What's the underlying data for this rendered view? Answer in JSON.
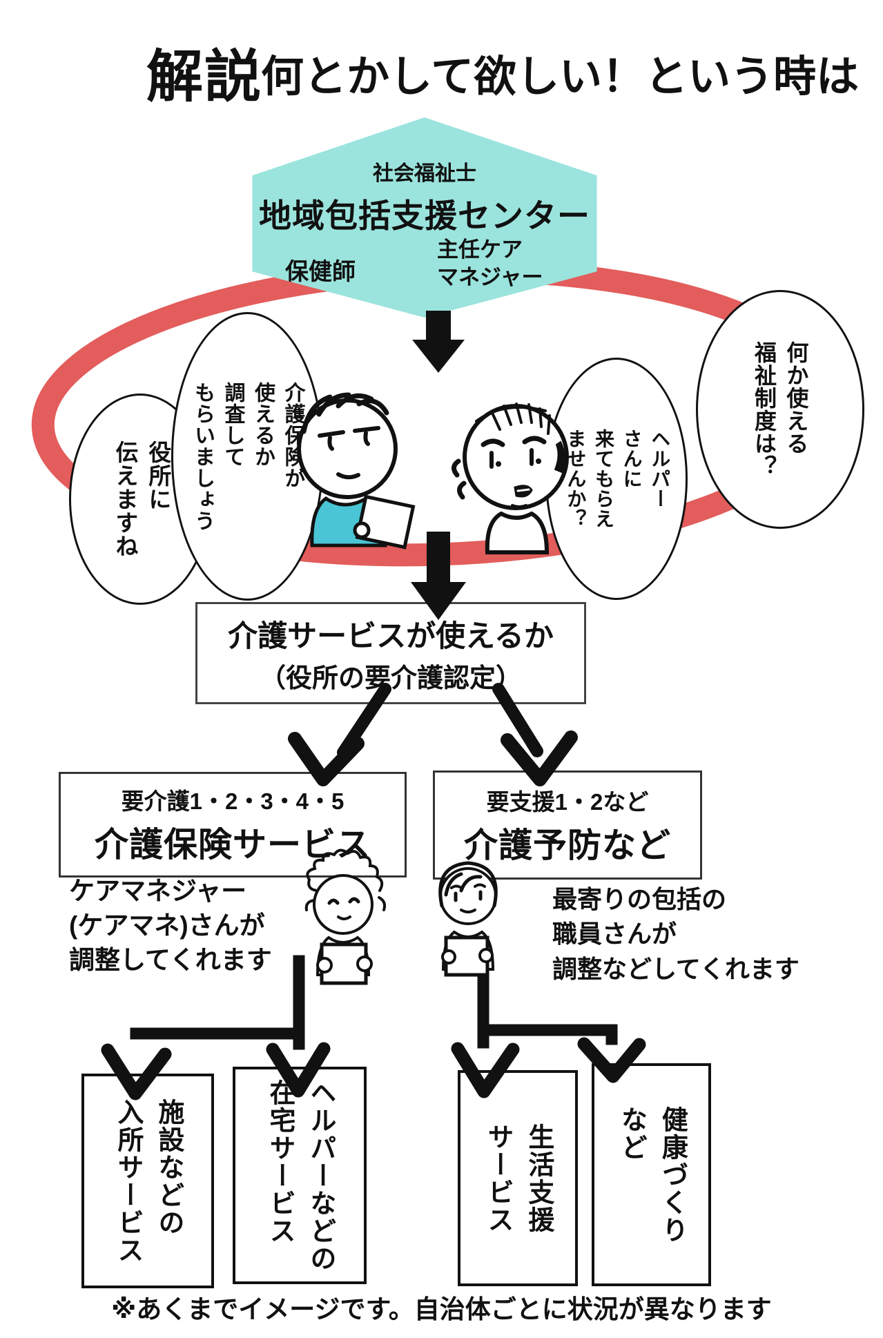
{
  "title": {
    "badge": "解説",
    "headline": "何とかして欲しい！という時は"
  },
  "hexagon": {
    "fill": "#9be4dd",
    "top_label": "社会福祉士",
    "main_label": "地域包括支援センター",
    "left_label": "保健師",
    "right_label": "主任ケア\nマネジャー"
  },
  "ring": {
    "color": "#e25d5b"
  },
  "bubbles": {
    "b1": "役所に\n伝えますね",
    "b2": "介護保険が\n使えるか\n調査して\nもらいましょう",
    "b3": "ヘルパー\nさんに\n来てもらえ\nませんか？",
    "b4": "何か使える\n福祉制度は？"
  },
  "assessment_box": {
    "line1": "介護サービスが使えるか",
    "line2": "（役所の要介護認定）"
  },
  "branch_left": {
    "grade": "要介護1・2・3・4・5",
    "name": "介護保険サービス",
    "note": "ケアマネジャー\n(ケアマネ)さんが\n調整してくれます"
  },
  "branch_right": {
    "grade": "要支援1・2など",
    "name": "介護予防など",
    "note": "最寄りの包括の\n職員さんが\n調整などしてくれます"
  },
  "services": [
    "施設などの\n入所サービス",
    "ヘルパーなどの\n在宅サービス",
    "生活支援\nサービス",
    "健康づくり\nなど"
  ],
  "figures": [
    "consultant-taking-notes",
    "elderly-person",
    "care-manager-with-clipboard",
    "center-staff-with-clipboard"
  ],
  "footer": "※あくまでイメージです。自治体ごとに状況が異なります"
}
